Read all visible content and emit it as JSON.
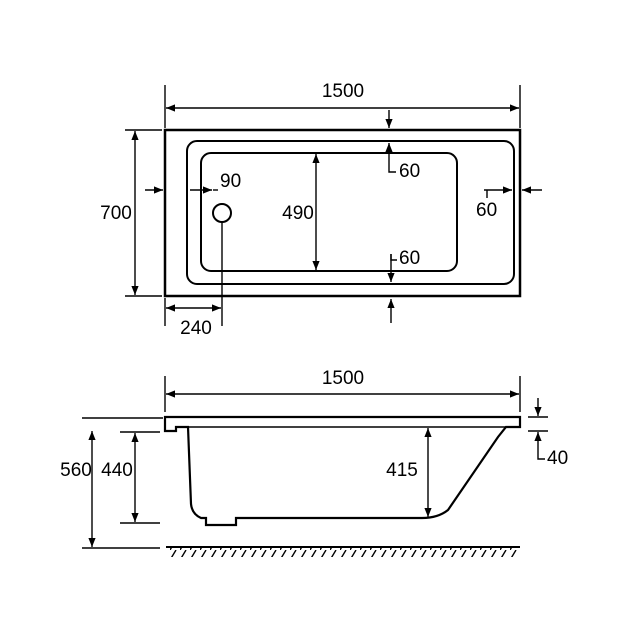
{
  "plan_view": {
    "overall_length": "1500",
    "overall_width": "700",
    "waste_offset": "90",
    "basin_width": "490",
    "rim_top": "60",
    "rim_bottom": "60",
    "rim_end": "60",
    "waste_position": "240"
  },
  "side_view": {
    "overall_length": "1500",
    "overall_height": "560",
    "rim_height": "440",
    "internal_depth": "415",
    "rim_thickness": "40"
  }
}
